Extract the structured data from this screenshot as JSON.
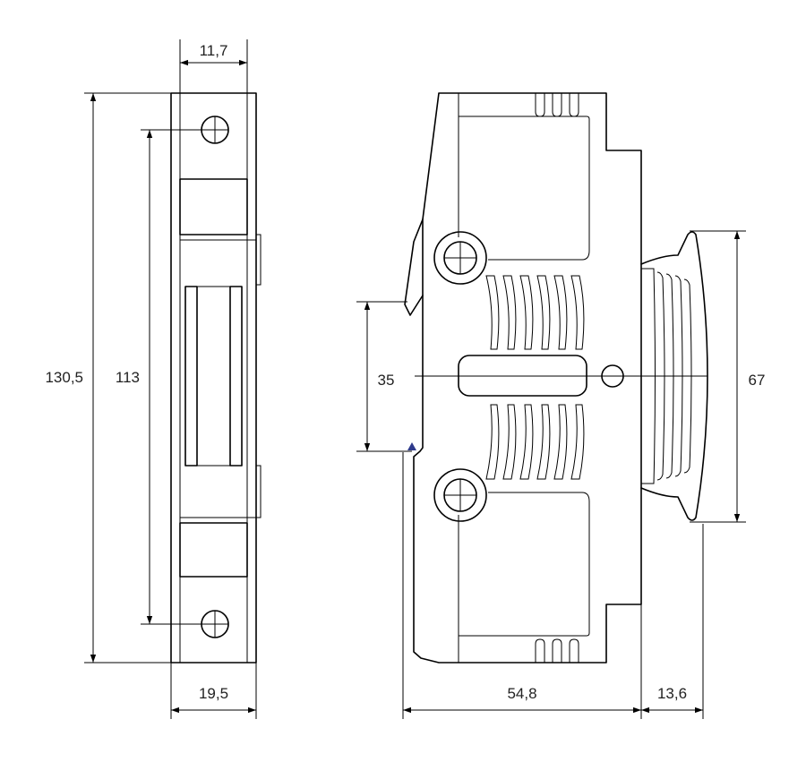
{
  "dimensions": {
    "top_width": "11,7",
    "total_height": "130,5",
    "screw_spacing": "113",
    "base_width": "19,5",
    "rail_width": "35",
    "depth": "54,8",
    "clip_depth": "13,6",
    "clip_height": "67"
  },
  "colors": {
    "line": "#000000",
    "marker": "#2e3a8c",
    "background": "#ffffff"
  }
}
